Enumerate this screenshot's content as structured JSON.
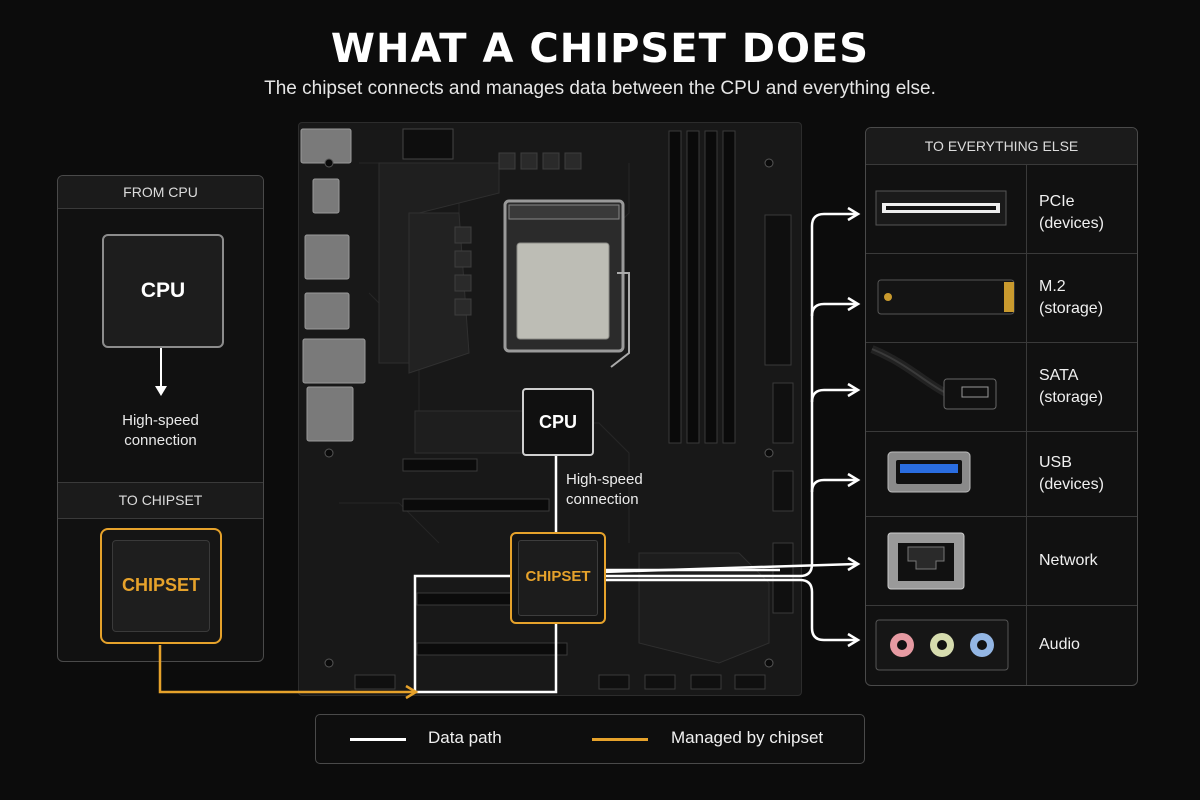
{
  "title": "WHAT A CHIPSET DOES",
  "subtitle": "The chipset connects and manages data between the CPU and everything else.",
  "left_panel": {
    "from_header": "FROM CPU",
    "cpu_label": "CPU",
    "connection_line1": "High-speed",
    "connection_line2": "connection",
    "to_header": "TO CHIPSET",
    "chipset_label": "CHIPSET"
  },
  "board": {
    "cpu_label": "CPU",
    "connection_line1": "High-speed",
    "connection_line2": "connection",
    "chipset_label": "CHIPSET"
  },
  "right_panel": {
    "header": "TO EVERYTHING ELSE",
    "items": [
      {
        "icon": "pcie-slot-icon",
        "line1": "PCIe",
        "line2": "(devices)"
      },
      {
        "icon": "m2-ssd-icon",
        "line1": "M.2",
        "line2": "(storage)"
      },
      {
        "icon": "sata-cable-icon",
        "line1": "SATA",
        "line2": "(storage)"
      },
      {
        "icon": "usb-port-icon",
        "line1": "USB",
        "line2": "(devices)"
      },
      {
        "icon": "ethernet-port-icon",
        "line1": "Network",
        "line2": ""
      },
      {
        "icon": "audio-jacks-icon",
        "line1": "Audio",
        "line2": ""
      }
    ]
  },
  "legend": {
    "data_path": "Data path",
    "managed": "Managed by chipset"
  },
  "colors": {
    "accent_orange": "#e6a22b",
    "data_path_white": "#ffffff",
    "background": "#0c0c0c"
  }
}
